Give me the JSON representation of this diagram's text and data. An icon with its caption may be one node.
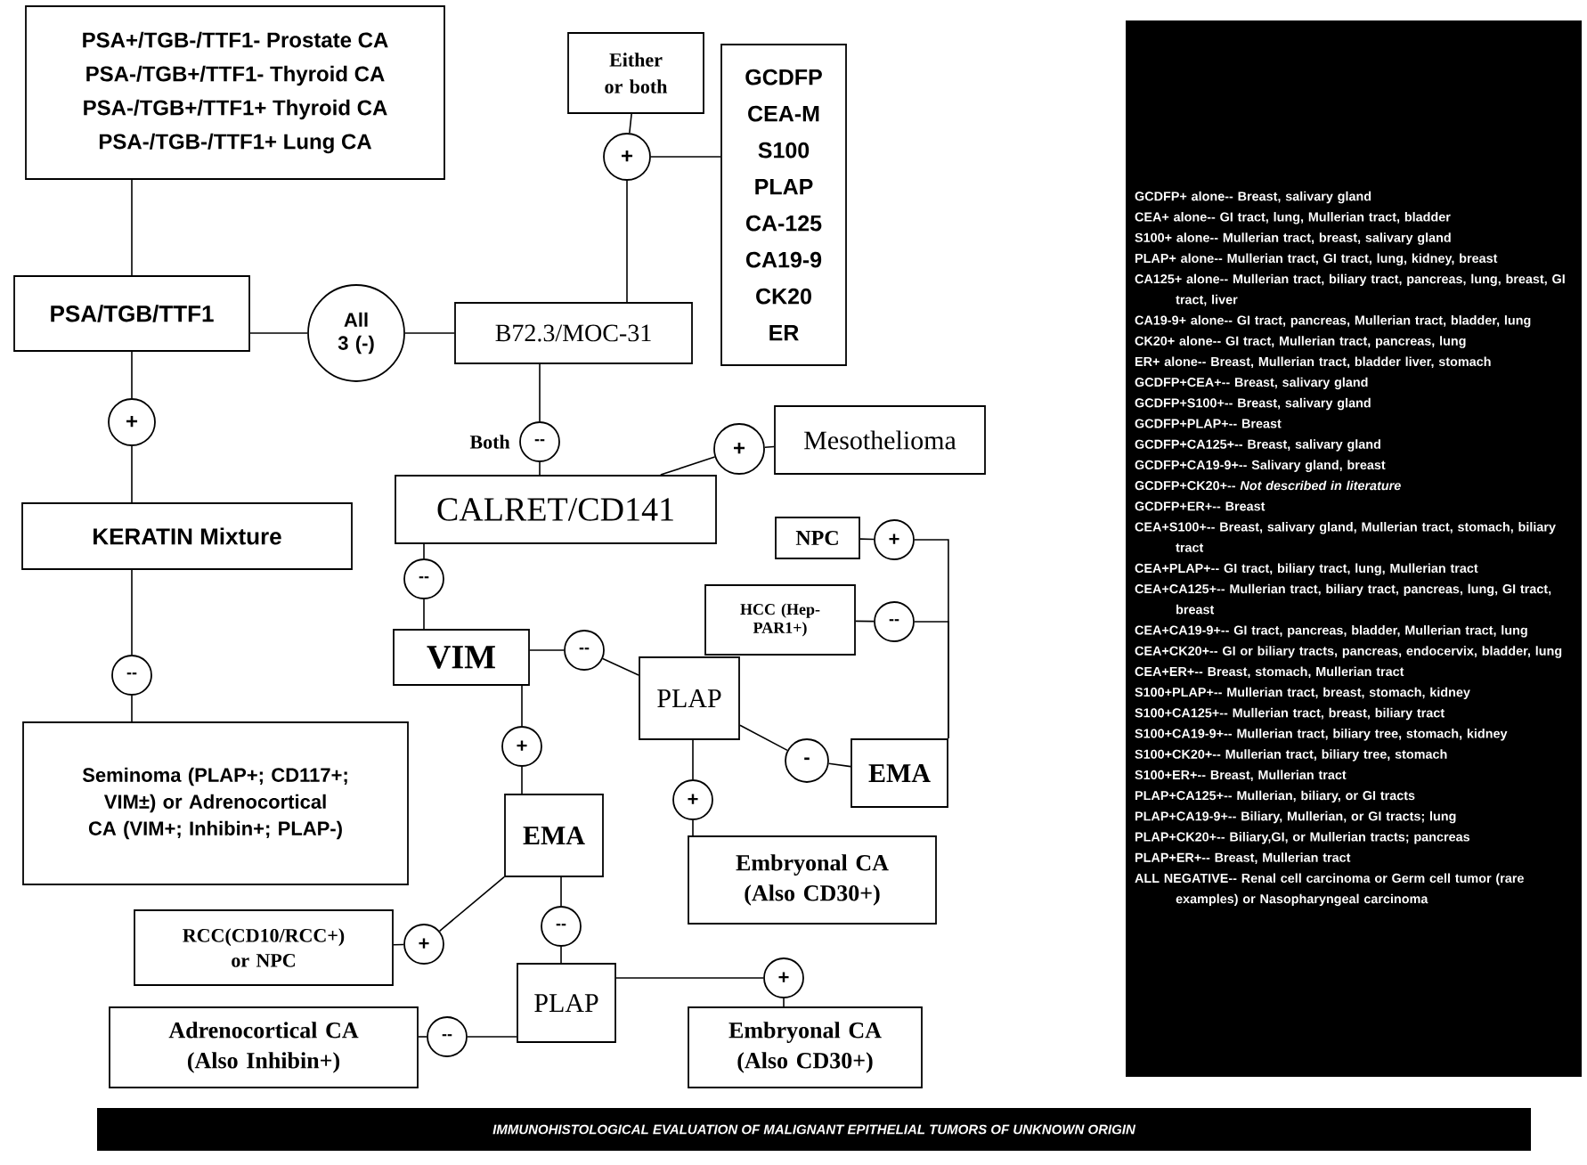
{
  "diagram": {
    "title": "IMMUNOHISTOLOGICAL EVALUATION OF MALIGNANT EPITHELIAL TUMORS OF UNKNOWN ORIGIN",
    "nodes": [
      {
        "text": [
          "PSA+/TGB-/TTF1- Prostate CA",
          "PSA-/TGB+/TTF1- Thyroid CA",
          "PSA-/TGB+/TTF1+ Thyroid CA",
          "PSA-/TGB-/TTF1+ Lung CA"
        ]
      },
      {
        "text": [
          "Either or both"
        ]
      },
      {
        "text": [
          "GCDFP",
          "CEA-M",
          "S100",
          "PLAP",
          "CA-125",
          "CA19-9",
          "CK20",
          "ER"
        ]
      },
      {
        "text": [
          "GCDFP+ alone-- Breast, salivary gland",
          "CEA+ alone-- GI tract, lung, Mullerian tract, bladder",
          "S100+ alone-- Mullerian tract, breast, salivary gland",
          "PLAP+ alone-- Mullerian tract, GI tract, lung, kidney, breast",
          "CA125+ alone-- Mullerian tract, biliary tract, pancreas, lung, breast, GI tract, liver",
          "CA19-9+ alone-- GI tract, pancreas, Mullerian tract, bladder, lung",
          "CK20+ alone-- GI tract, Mullerian tract, pancreas, lung",
          "ER+ alone-- Breast, Mullerian tract, bladder liver, stomach",
          "GCDFP+CEA+-- Breast, salivary gland",
          "GCDFP+S100+-- Breast, salivary gland",
          "GCDFP+PLAP+-- Breast",
          "GCDFP+CA125+-- Breast, salivary gland",
          "GCDFP+CA19-9+-- Salivary gland, breast",
          "GCDFP+CK20+-- *Not described in literature*",
          "GCDFP+ER+-- Breast",
          "CEA+S100+-- Breast, salivary gland, Mullerian tract, stomach, biliary tract",
          "CEA+PLAP+-- GI tract, biliary tract, lung, Mullerian tract",
          "CEA+CA125+-- Mullerian tract, biliary tract, pancreas, lung, GI tract, breast",
          "CEA+CA19-9+-- GI tract, pancreas, bladder, Mullerian tract, lung",
          "CEA+CK20+-- GI or biliary tracts, pancreas, endocervix, bladder, lung",
          "CEA+ER+-- Breast, stomach, Mullerian tract",
          "S100+PLAP+-- Mullerian tract, breast, stomach, kidney",
          "S100+CA125+-- Mullerian tract, breast, biliary tract",
          "S100+CA19-9+-- Mullerian tract, biliary tree, stomach, kidney",
          "S100+CK20+-- Mullerian tract, biliary tree, stomach",
          "S100+ER+-- Breast, Mullerian tract",
          "PLAP+CA125+-- Mullerian, biliary, or GI tracts",
          "PLAP+CA19-9+-- Biliary, Mullerian, or GI tracts; lung",
          "PLAP+CK20+-- Biliary,GI, or Mullerian tracts; pancreas",
          "PLAP+ER+-- Breast, Mullerian tract",
          "ALL NEGATIVE-- Renal cell carcinoma or Germ cell tumor (rare examples) or Nasopharyngeal carcinoma"
        ]
      },
      {
        "text": [
          "PSA/TGB/TTF1"
        ]
      },
      {
        "text": [
          "All 3 (-)"
        ]
      },
      {
        "text": [
          "B72.3/MOC-31"
        ]
      },
      {
        "text": [
          "+"
        ]
      },
      {
        "text": [
          "+"
        ]
      },
      {
        "text": [
          "--"
        ],
        "beside": [
          "Both"
        ]
      },
      {
        "text": [
          "+"
        ]
      },
      {
        "text": [
          "Mesothelioma"
        ]
      },
      {
        "text": [
          "CALRET/CD141"
        ]
      },
      {
        "text": [
          "KERATIN Mixture"
        ]
      },
      {
        "text": [
          "NPC"
        ]
      },
      {
        "text": [
          "+"
        ]
      },
      {
        "text": [
          "HCC (Hep-PAR1+)"
        ]
      },
      {
        "text": [
          "--"
        ]
      },
      {
        "text": [
          "--"
        ]
      },
      {
        "text": [
          "VIM"
        ]
      },
      {
        "text": [
          "--"
        ]
      },
      {
        "text": [
          "PLAP"
        ]
      },
      {
        "text": [
          "--"
        ]
      },
      {
        "text": [
          "-"
        ]
      },
      {
        "text": [
          "EMA"
        ]
      },
      {
        "text": [
          "+"
        ]
      },
      {
        "text": [
          "Seminoma (PLAP+; CD117+; VIM±) or Adrenocortical CA (VIM+; Inhibin+; PLAP-)"
        ]
      },
      {
        "text": [
          "EMA"
        ]
      },
      {
        "text": [
          "+"
        ]
      },
      {
        "text": [
          "Embryonal CA (Also CD30+)"
        ]
      },
      {
        "text": [
          "+"
        ]
      },
      {
        "text": [
          "RCC(CD10/RCC+) or NPC"
        ]
      },
      {
        "text": [
          "--"
        ]
      },
      {
        "text": [
          "PLAP"
        ]
      },
      {
        "text": [
          "+"
        ]
      },
      {
        "text": [
          "Adrenocortical CA (Also Inhibin+)"
        ]
      },
      {
        "text": [
          "--"
        ]
      },
      {
        "text": [
          "Embryonal CA (Also CD30+)"
        ]
      }
    ],
    "edges": [
      {
        "from": 0,
        "to": 4,
        "arrow": "none"
      },
      {
        "from": 4,
        "to": 5,
        "arrow": "none"
      },
      {
        "from": 5,
        "to": 6,
        "arrow": "none"
      },
      {
        "from": 6,
        "to": 7,
        "arrow": "none"
      },
      {
        "from": 7,
        "to": 1,
        "arrow": "none"
      },
      {
        "from": 7,
        "to": 2,
        "arrow": "none"
      },
      {
        "from": 4,
        "to": 8,
        "arrow": "none"
      },
      {
        "from": 8,
        "to": 13,
        "arrow": "none"
      },
      {
        "from": 6,
        "to": 9,
        "arrow": "none"
      },
      {
        "from": 9,
        "to": 12,
        "arrow": "none"
      },
      {
        "from": 12,
        "to": 10,
        "arrow": "none"
      },
      {
        "from": 10,
        "to": 11,
        "arrow": "none"
      },
      {
        "from": 12,
        "to": 17,
        "arrow": "none"
      },
      {
        "from": 17,
        "to": 19,
        "arrow": "none"
      },
      {
        "from": 13,
        "to": 22,
        "arrow": "none"
      },
      {
        "from": 22,
        "to": 26,
        "arrow": "none"
      },
      {
        "from": 19,
        "to": 20,
        "arrow": "none"
      },
      {
        "from": 20,
        "to": 21,
        "arrow": "none"
      },
      {
        "from": 14,
        "to": 15,
        "arrow": "none"
      },
      {
        "from": 15,
        "to": 24,
        "arrow": "none"
      },
      {
        "from": 18,
        "to": 24,
        "arrow": "none"
      },
      {
        "from": 16,
        "to": 18,
        "arrow": "none"
      },
      {
        "from": 21,
        "to": 23,
        "arrow": "none"
      },
      {
        "from": 23,
        "to": 24,
        "arrow": "none"
      },
      {
        "from": 21,
        "to": 28,
        "arrow": "none"
      },
      {
        "from": 28,
        "to": 29,
        "arrow": "none"
      },
      {
        "from": 19,
        "to": 25,
        "arrow": "none"
      },
      {
        "from": 25,
        "to": 27,
        "arrow": "none"
      },
      {
        "from": 27,
        "to": 30,
        "arrow": "none"
      },
      {
        "from": 30,
        "to": 31,
        "arrow": "none"
      },
      {
        "from": 27,
        "to": 32,
        "arrow": "none"
      },
      {
        "from": 32,
        "to": 33,
        "arrow": "none"
      },
      {
        "from": 33,
        "to": 36,
        "arrow": "none"
      },
      {
        "from": 36,
        "to": 35,
        "arrow": "none"
      },
      {
        "from": 33,
        "to": 34,
        "arrow": "none"
      },
      {
        "from": 34,
        "to": 37,
        "arrow": "none"
      }
    ]
  }
}
